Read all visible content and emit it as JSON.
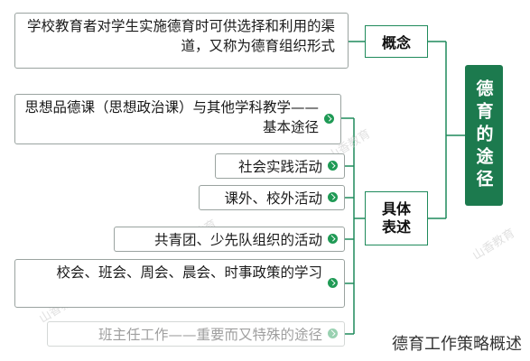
{
  "root": {
    "title": "德育的途径"
  },
  "branches": [
    {
      "label": "概念",
      "items": [
        {
          "text": "学校教育者对学生实施德育时可供选择和利用的渠道，又称为德育组织形式"
        }
      ]
    },
    {
      "label": "具体表述",
      "items": [
        {
          "text": "思想品德课（思想政治课）与其他学科教学——基本途径"
        },
        {
          "text": "社会实践活动"
        },
        {
          "text": "课外、校外活动"
        },
        {
          "text": "共青团、少先队组织的活动"
        },
        {
          "text": "校会、班会、周会、晨会、时事政策的学习"
        },
        {
          "text": "班主任工作——重要而又特殊的途径"
        }
      ]
    }
  ],
  "watermark": "山香教育",
  "caption": "德育工作策略概述",
  "colors": {
    "accent": "#1c7a4e",
    "check": "#1f9a55",
    "line": "#1f8a5b"
  },
  "icons": {
    "item_marker": "check-circle-icon"
  }
}
